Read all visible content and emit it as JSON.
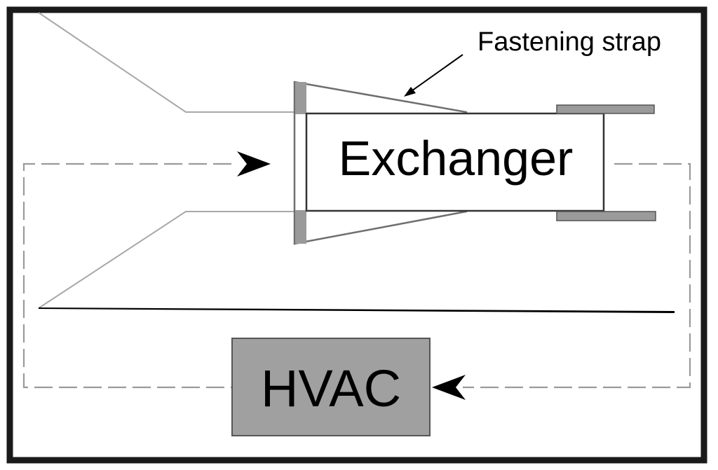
{
  "diagram": {
    "exchanger_label": "Exchanger",
    "hvac_label": "HVAC",
    "strap_label": "Fastening strap",
    "colors": {
      "border": "#1a1a1a",
      "hvac_fill": "#a0a0a0",
      "strap_fill": "#9a9a9a",
      "duct_line": "#a8a8a8",
      "cone_line": "#6e6e6e",
      "dashed_line": "#9a9a9a",
      "arrow": "#000000",
      "exchanger_fill": "#ffffff"
    }
  }
}
